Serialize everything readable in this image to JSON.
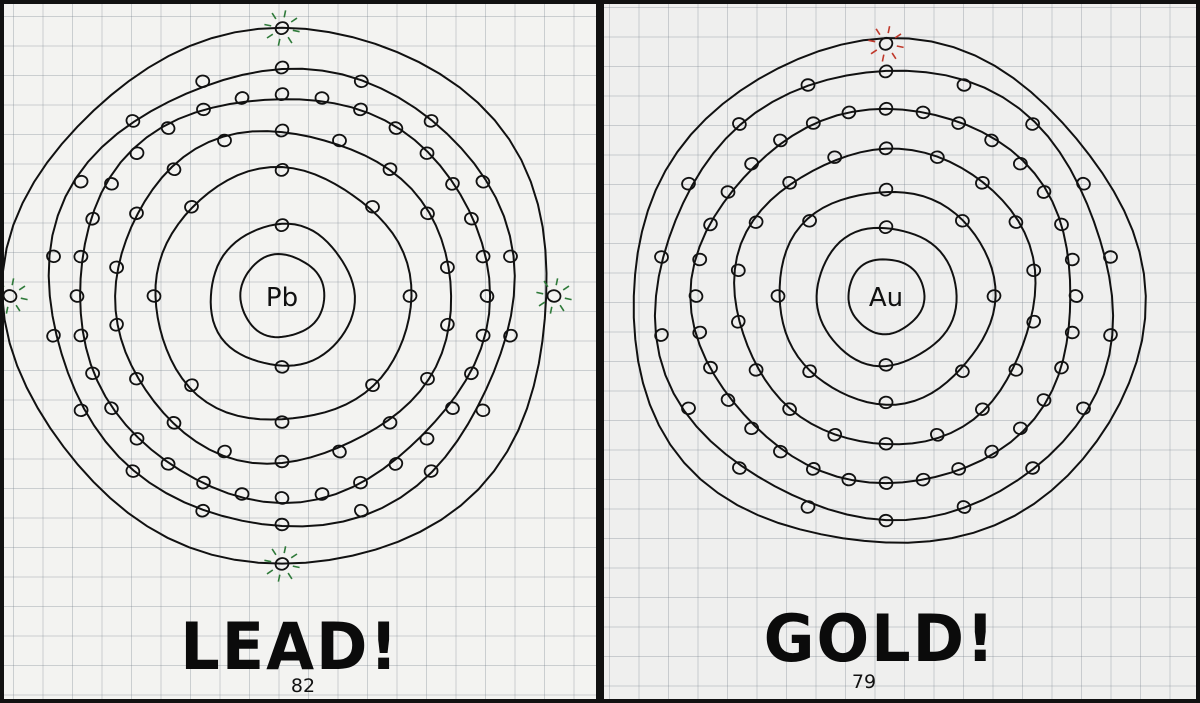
{
  "panels": [
    {
      "id": "lead",
      "symbol": "Pb",
      "title": "LEAD!",
      "atomic_number": "82",
      "shells": [
        2,
        8,
        18,
        32,
        18,
        4
      ],
      "valence_highlight_color": "#2f7a3a"
    },
    {
      "id": "gold",
      "symbol": "Au",
      "title": "GOLD!",
      "atomic_number": "79",
      "shells": [
        2,
        8,
        18,
        32,
        18,
        1
      ],
      "valence_highlight_color": "#c0392b"
    }
  ],
  "colors": {
    "ink": "#111111",
    "paper": "#f3f3f1",
    "grid": "#8c96a0"
  }
}
